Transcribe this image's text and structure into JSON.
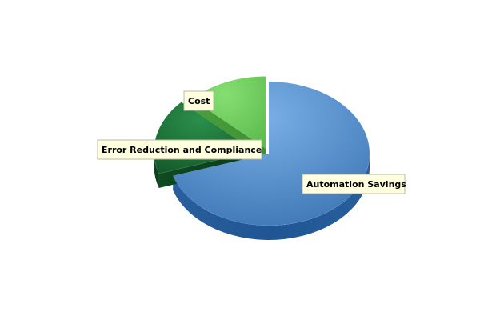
{
  "chart_data": {
    "type": "pie",
    "style": "3d-exploded",
    "title": "",
    "legend": "none",
    "slices": [
      {
        "label": "Automation Savings",
        "value": 70,
        "color": "#4a86c8",
        "label_bg": "#ffffe0"
      },
      {
        "label": "Error Reduction and Compliance",
        "value": 17,
        "color": "#1e7a3c",
        "label_bg": "#ffffe0"
      },
      {
        "label": "Cost",
        "value": 13,
        "color": "#6fce5e",
        "label_bg": "#ffffe0"
      }
    ]
  }
}
